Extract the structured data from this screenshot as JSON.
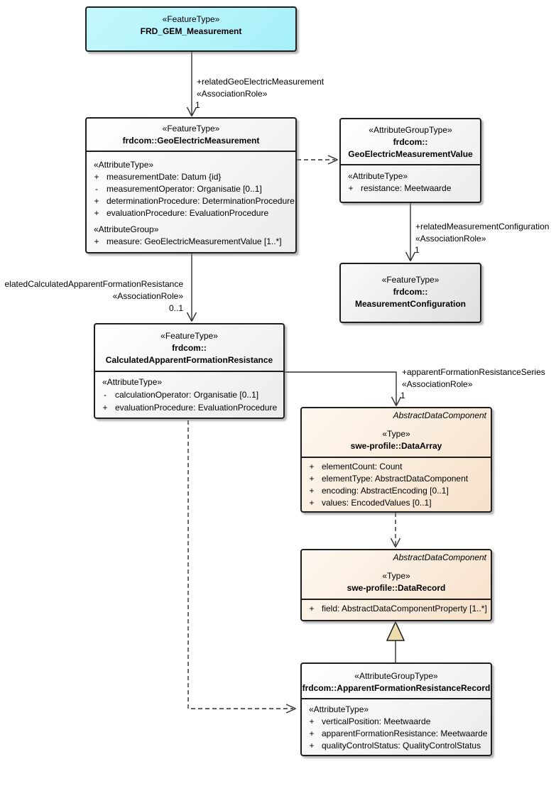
{
  "nodes": {
    "frd_gem": {
      "stereotype": "«FeatureType»",
      "name": "FRD_GEM_Measurement"
    },
    "geo_electric": {
      "stereotype": "«FeatureType»",
      "name": "frdcom::GeoElectricMeasurement",
      "attr_header": "«AttributeType»",
      "attrs": [
        {
          "vis": "+",
          "text": "measurementDate: Datum {id}"
        },
        {
          "vis": "-",
          "text": "measurementOperator: Organisatie [0..1]"
        },
        {
          "vis": "+",
          "text": "determinationProcedure: DeterminationProcedure"
        },
        {
          "vis": "+",
          "text": "evaluationProcedure: EvaluationProcedure"
        }
      ],
      "group_header": "«AttributeGroup»",
      "group_attrs": [
        {
          "vis": "+",
          "text": "measure: GeoElectricMeasurementValue [1..*]"
        }
      ]
    },
    "gem_value": {
      "stereotype": "«AttributeGroupType»",
      "name_line1": "frdcom::",
      "name_line2": "GeoElectricMeasurementValue",
      "attr_header": "«AttributeType»",
      "attrs": [
        {
          "vis": "+",
          "text": "resistance: Meetwaarde"
        }
      ]
    },
    "meas_config": {
      "stereotype": "«FeatureType»",
      "name_line1": "frdcom::",
      "name_line2": "MeasurementConfiguration"
    },
    "calc_afr": {
      "stereotype": "«FeatureType»",
      "name_line1": "frdcom::",
      "name_line2": "CalculatedApparentFormationResistance",
      "attr_header": "«AttributeType»",
      "attrs": [
        {
          "vis": "-",
          "text": "calculationOperator: Organisatie [0..1]"
        },
        {
          "vis": "+",
          "text": "evaluationProcedure: EvaluationProcedure"
        }
      ]
    },
    "data_array": {
      "parent": "AbstractDataComponent",
      "stereotype": "«Type»",
      "name": "swe-profile::DataArray",
      "attrs": [
        {
          "vis": "+",
          "text": "elementCount: Count"
        },
        {
          "vis": "+",
          "text": "elementType: AbstractDataComponent"
        },
        {
          "vis": "+",
          "text": "encoding: AbstractEncoding [0..1]"
        },
        {
          "vis": "+",
          "text": "values: EncodedValues [0..1]"
        }
      ]
    },
    "data_record": {
      "parent": "AbstractDataComponent",
      "stereotype": "«Type»",
      "name": "swe-profile::DataRecord",
      "attrs": [
        {
          "vis": "+",
          "text": "field: AbstractDataComponentProperty [1..*]"
        }
      ]
    },
    "afr_record": {
      "stereotype": "«AttributeGroupType»",
      "name": "frdcom::ApparentFormationResistanceRecord",
      "attr_header": "«AttributeType»",
      "attrs": [
        {
          "vis": "+",
          "text": "verticalPosition: Meetwaarde"
        },
        {
          "vis": "+",
          "text": "apparentFormationResistance: Meetwaarde"
        },
        {
          "vis": "+",
          "text": "qualityControlStatus: QualityControlStatus"
        }
      ]
    }
  },
  "edges": {
    "related_geo_electric": {
      "role": "+relatedGeoElectricMeasurement",
      "stereotype": "«AssociationRole»",
      "mult": "1"
    },
    "related_meas_config": {
      "role": "+relatedMeasurementConfiguration",
      "stereotype": "«AssociationRole»",
      "mult": "1"
    },
    "related_calc_afr": {
      "role": "elatedCalculatedApparentFormationResistance",
      "stereotype": "«AssociationRole»",
      "mult": "0..1"
    },
    "afr_series": {
      "role": "+apparentFormationResistanceSeries",
      "stereotype": "«AssociationRole»",
      "mult": "1"
    }
  },
  "colors": {
    "feature_cyan": "#a6eff9",
    "box_white": "#ffffff",
    "box_gray": "#dfdfdf",
    "swe_peach": "#f7e1c9",
    "border": "#1e1e1e",
    "line": "#2f2f2f",
    "generalization_fill": "#efdcae"
  }
}
